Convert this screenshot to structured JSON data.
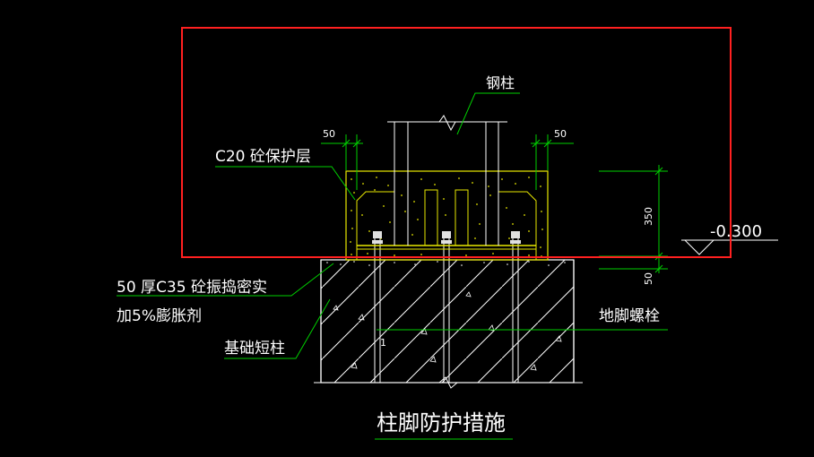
{
  "drawing": {
    "title": "柱脚防护措施",
    "labels": {
      "steel_column": "钢柱",
      "concrete_cover": "C20 砼保护层",
      "grout_line1": "50 厚C35 砼振捣密实",
      "grout_line2": "加5%膨胀剂",
      "foundation_pier": "基础短柱",
      "anchor_bolt": "地脚螺栓",
      "elevation": "-0.300"
    },
    "dimensions": {
      "left_cover": "50",
      "right_cover": "50",
      "height_350": "350",
      "height_50": "50"
    },
    "marks": {
      "section_mark": "1"
    }
  },
  "colors": {
    "background": "#000000",
    "highlight_box": "#ff2020",
    "yellow": "#e8e800",
    "green": "#00d000",
    "white": "#ffffff",
    "bolt": "#e0e0e0"
  }
}
